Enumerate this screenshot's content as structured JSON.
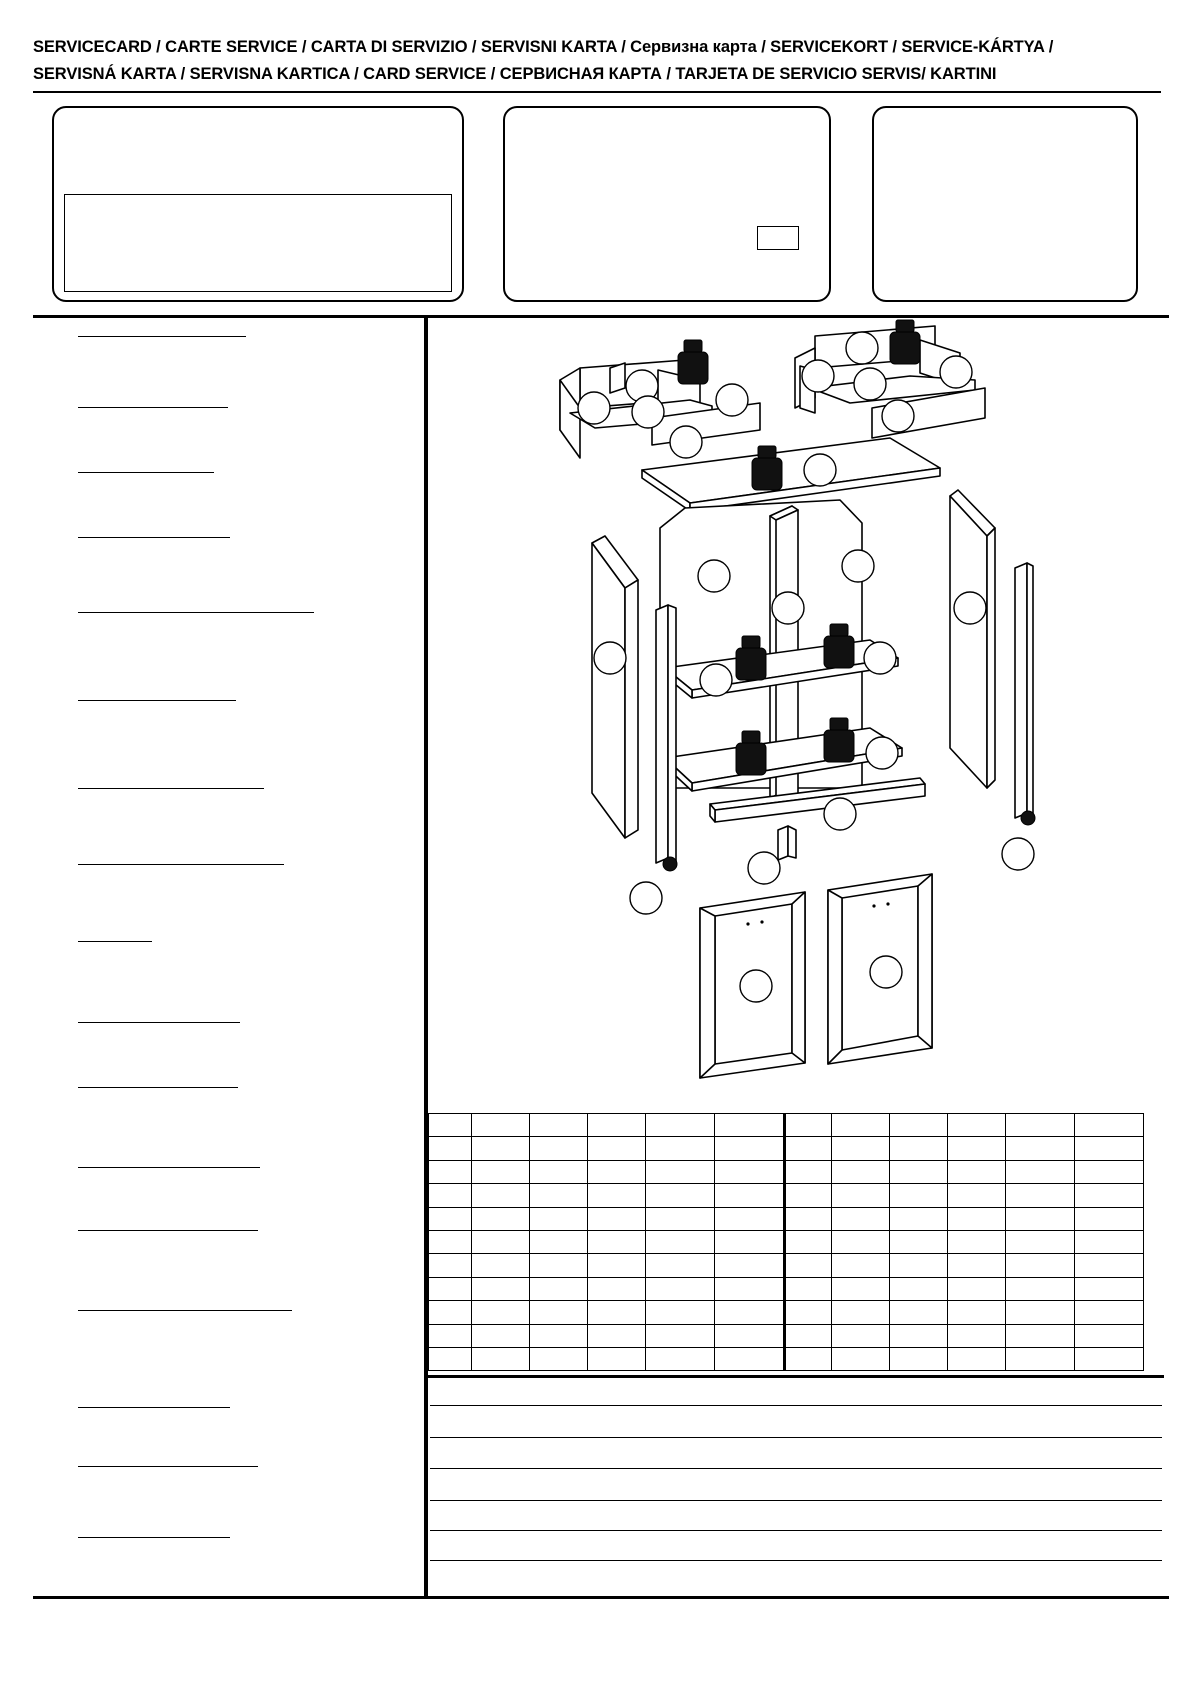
{
  "header": {
    "line1": "SERVICECARD / CARTE SERVICE / CARTA DI SERVIZIO / SERVISNI KARTA / Сервизна карта / SERVICEKORT / SERVICE-KÁRTYA /",
    "line2": "SERVISNÁ KARTA / SERVISNA KARTICA / CARD SERVICE / СЕРВИСНАЯ КАРТА / TARJETA DE SERVICIO SERVIS/ KARTINI"
  },
  "form": {
    "field_count": 20
  },
  "parts_table": {
    "rows": 11,
    "left_columns": 6,
    "right_columns": 6
  },
  "notes": {
    "line_count": 7
  },
  "diagram": {
    "icon": "exploded-furniture-assembly-diagram"
  }
}
